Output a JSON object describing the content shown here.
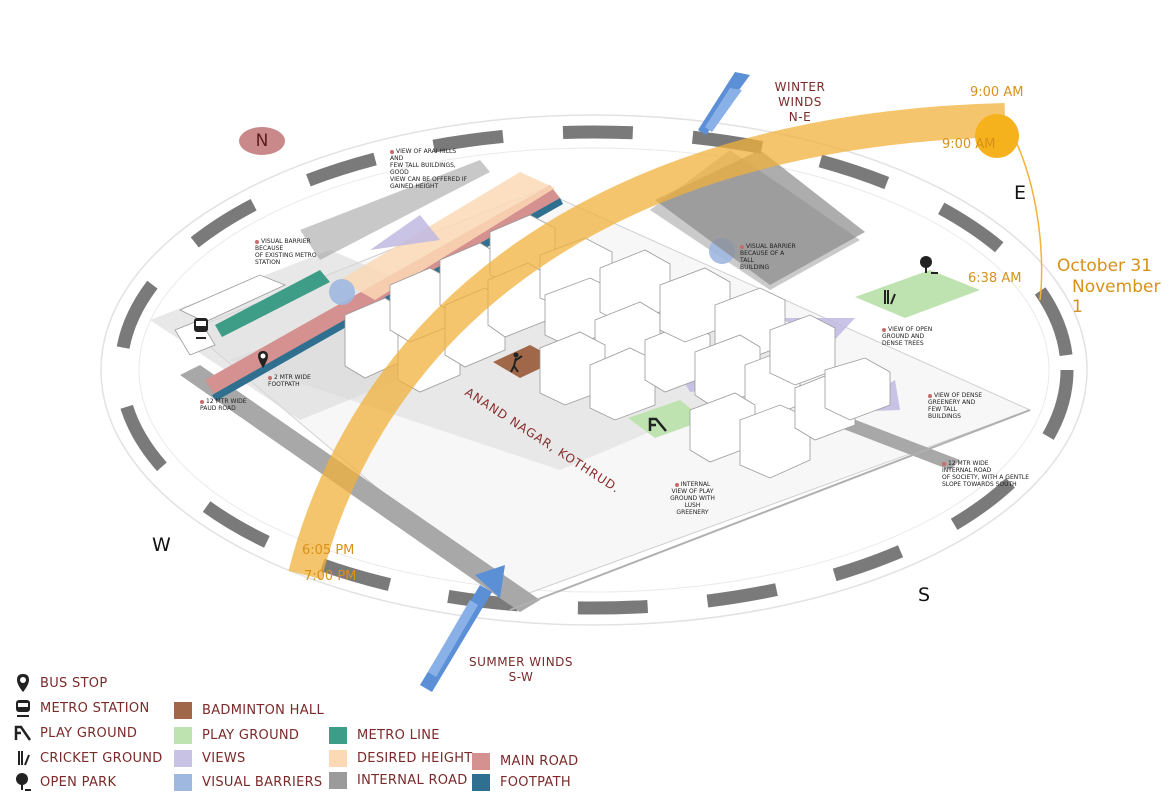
{
  "compass": {
    "north": "N",
    "east": "E",
    "south": "S",
    "west": "W"
  },
  "sun": {
    "times": [
      "9:00 AM",
      "9:00 AM",
      "6:38 AM",
      "6:05 PM",
      "7:00 PM"
    ],
    "dates": [
      "October 31",
      "November 1"
    ],
    "color": "#f2b23c"
  },
  "winds": {
    "winter": {
      "line1": "WINTER WINDS",
      "line2": "N-E"
    },
    "summer": {
      "line1": "SUMMER WINDS",
      "line2": "S-W"
    }
  },
  "annotations": {
    "arai_view": [
      "VIEW OF ARAI HILLS AND",
      "FEW TALL BUILDINGS, GOOD",
      "VIEW CAN BE OFFERED IF",
      "GAINED HEIGHT"
    ],
    "metro_barrier": [
      "VISUAL BARRIER BECAUSE",
      "OF EXISTING METRO STATION"
    ],
    "tall_barrier": [
      "VISUAL BARRIER",
      "BECAUSE OF A TALL",
      "BUILDING"
    ],
    "open_ground": [
      "VIEW OF OPEN",
      "GROUND AND",
      "DENSE TREES"
    ],
    "dense_greenery": [
      "VIEW OF DENSE",
      "GREENERY AND",
      "FEW TALL",
      "BUILDINGS"
    ],
    "internal_road": [
      "12 MTR WIDE",
      "INTERNAL ROAD",
      "OF SOCIETY, WITH A GENTLE",
      "SLOPE TOWARDS SOUTH"
    ],
    "play_view": [
      "INTERNAL",
      "VIEW OF PLAY",
      "GROUND WITH",
      "LUSH",
      "GREENERY"
    ],
    "footpath": [
      "2 MTR WIDE",
      "FOOTPATH"
    ],
    "paud_road": [
      "12 MTR WIDE",
      "PAUD ROAD"
    ],
    "road_name": "ANAND NAGAR, KOTHRUD."
  },
  "legend": {
    "icons": [
      {
        "label": "BUS STOP",
        "icon": "bus-stop-icon"
      },
      {
        "label": "METRO STATION",
        "icon": "metro-station-icon"
      },
      {
        "label": "PLAY GROUND",
        "icon": "play-ground-icon"
      },
      {
        "label": "CRICKET GROUND",
        "icon": "cricket-ground-icon"
      },
      {
        "label": "OPEN PARK",
        "icon": "open-park-icon"
      }
    ],
    "col2": [
      {
        "label": "BADMINTON HALL",
        "color": "#a06848"
      },
      {
        "label": "PLAY GROUND",
        "color": "#bfe3b0"
      },
      {
        "label": "VIEWS",
        "color": "#c8c2e4"
      },
      {
        "label": "VISUAL BARRIERS",
        "color": "#9fb8e0"
      }
    ],
    "col3": [
      {
        "label": "METRO LINE",
        "color": "#3e9d86"
      },
      {
        "label": "DESIRED HEIGHT",
        "color": "#fcd9b5"
      },
      {
        "label": "INTERNAL ROAD",
        "color": "#9b9b9b"
      }
    ],
    "col4": [
      {
        "label": "MAIN ROAD",
        "color": "#d59090"
      },
      {
        "label": "FOOTPATH",
        "color": "#2f6f8f"
      }
    ]
  }
}
